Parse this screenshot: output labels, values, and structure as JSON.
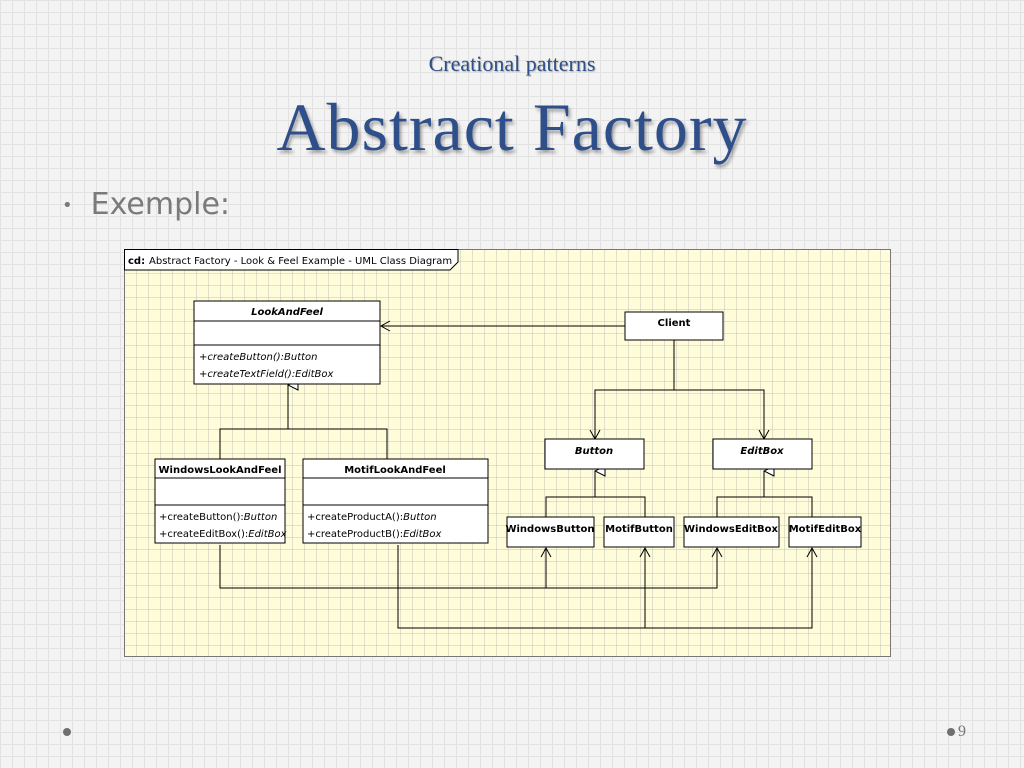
{
  "slide": {
    "subtitle": "Creational patterns",
    "title": "Abstract Factory",
    "bullet": "Exemple:",
    "page_number": "9"
  },
  "diagram": {
    "frame_label_prefix": "cd:",
    "frame_label": "Abstract Factory - Look & Feel Example - UML Class Diagram",
    "classes": {
      "look_and_feel": {
        "name": "LookAndFeel",
        "ops": [
          "+createButton():Button",
          "+createTextField():EditBox"
        ]
      },
      "windows_look_and_feel": {
        "name": "WindowsLookAndFeel",
        "ops": [
          {
            "prefix": "+createButton():",
            "type": "Button"
          },
          {
            "prefix": "+createEditBox():",
            "type": "EditBox"
          }
        ]
      },
      "motif_look_and_feel": {
        "name": "MotifLookAndFeel",
        "ops": [
          {
            "prefix": "+createProductA():",
            "type": "Button"
          },
          {
            "prefix": "+createProductB():",
            "type": "EditBox"
          }
        ]
      },
      "client": {
        "name": "Client"
      },
      "button": {
        "name": "Button"
      },
      "edit_box": {
        "name": "EditBox"
      },
      "windows_button": {
        "name": "WindowsButton"
      },
      "motif_button": {
        "name": "MotifButton"
      },
      "windows_edit_box": {
        "name": "WindowsEditBox"
      },
      "motif_edit_box": {
        "name": "MotifEditBox"
      }
    }
  },
  "colors": {
    "title": "#2e4f89",
    "diagram_background": "#fefcd9",
    "diagram_grid": "#b4b4b4",
    "line": "#000000"
  }
}
